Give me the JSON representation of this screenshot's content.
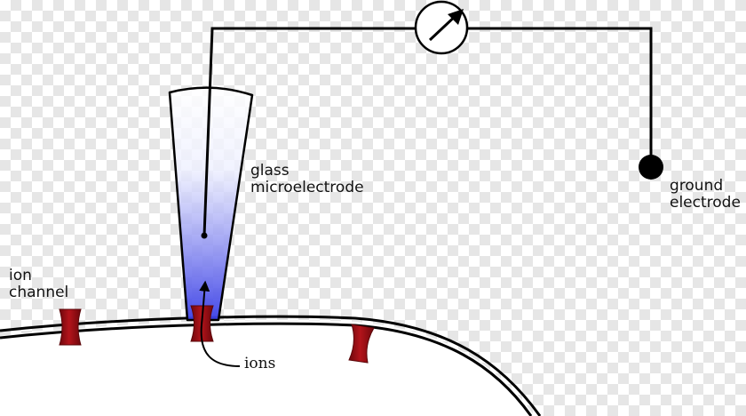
{
  "labels": {
    "glass_microelectrode": [
      "glass",
      "microelectrode"
    ],
    "ground_electrode": [
      "ground",
      "electrode"
    ],
    "ion_channel": [
      "ion",
      "channel"
    ],
    "ions": "ions"
  },
  "colors": {
    "wire": "#000000",
    "electrode_fill_top": "#ffffff",
    "electrode_fill_bottom": "#3a3fe6",
    "channel": "#9b0e14",
    "membrane": "#000000",
    "cell_fill": "#ffffff"
  },
  "icons": {
    "meter": "galvanometer-icon",
    "ground": "ground-electrode-icon"
  }
}
